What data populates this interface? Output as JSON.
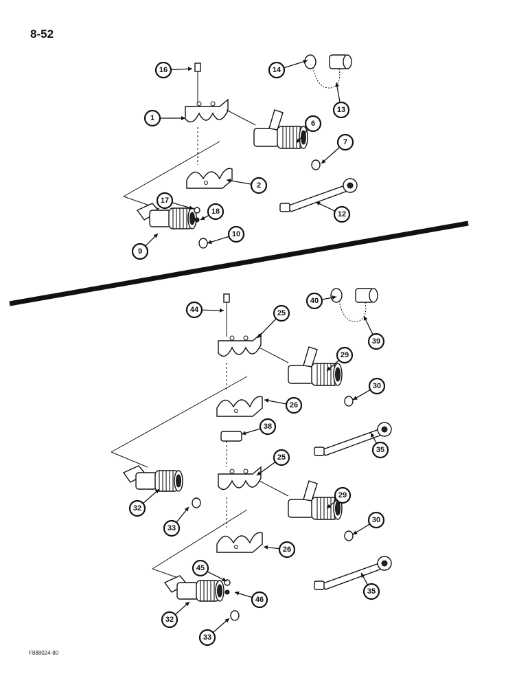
{
  "page": {
    "number": "8-52",
    "figure_code": "F888024-80"
  },
  "callouts_top": [
    "16",
    "14",
    "13",
    "1",
    "6",
    "7",
    "2",
    "17",
    "18",
    "12",
    "9",
    "10"
  ],
  "callouts_bottom": [
    "44",
    "40",
    "39",
    "25",
    "29",
    "30",
    "26",
    "38",
    "35",
    "25",
    "32",
    "29",
    "30",
    "33",
    "26",
    "45",
    "46",
    "35",
    "32",
    "33"
  ]
}
